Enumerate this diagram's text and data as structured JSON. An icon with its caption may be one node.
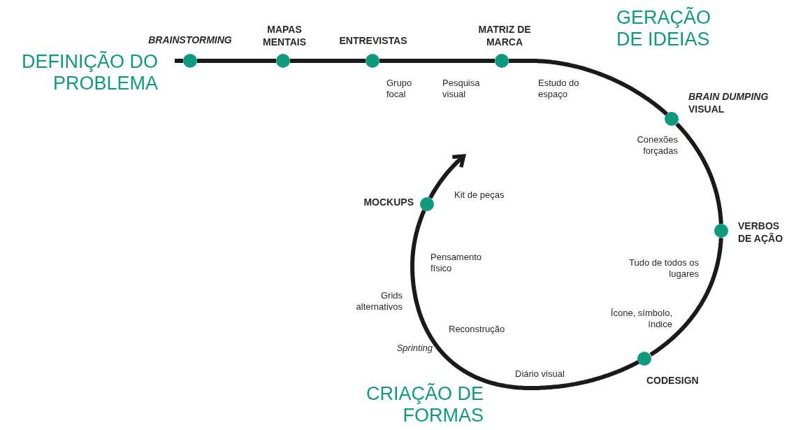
{
  "diagram": {
    "nodes": [
      {
        "text": [],
        "shape": "circle",
        "beside": [
          "BRAINSTORMING"
        ]
      },
      {
        "text": [],
        "shape": "circle",
        "beside": [
          "MAPAS MENTAIS"
        ]
      },
      {
        "text": [],
        "shape": "circle",
        "beside": [
          "ENTREVISTAS"
        ]
      },
      {
        "text": [],
        "shape": "circle",
        "beside": [
          "MATRIZ DE MARCA"
        ]
      },
      {
        "text": [],
        "shape": "circle",
        "beside": [
          "*BRAIN DUMPING* VISUAL"
        ]
      },
      {
        "text": [],
        "shape": "circle",
        "beside": [
          "VERBOS DE AÇÃO"
        ]
      },
      {
        "text": [],
        "shape": "circle",
        "beside": [
          "CODESIGN"
        ]
      },
      {
        "text": [],
        "shape": "circle",
        "beside": [
          "MOCKUPS"
        ]
      }
    ],
    "edges": [
      {
        "from": null,
        "to": 0,
        "arrow": "none"
      },
      {
        "from": 0,
        "to": 1,
        "arrow": "none"
      },
      {
        "from": 1,
        "to": 2,
        "arrow": "none"
      },
      {
        "from": 2,
        "to": 3,
        "arrow": "none"
      },
      {
        "from": 3,
        "to": 4,
        "arrow": "none"
      },
      {
        "from": 4,
        "to": 5,
        "arrow": "none"
      },
      {
        "from": 5,
        "to": 6,
        "arrow": "none"
      },
      {
        "from": 6,
        "to": 7,
        "arrow": "none"
      },
      {
        "from": 7,
        "to": null,
        "arrow": "to"
      }
    ],
    "labels": [
      "GERAÇÃO DE IDEIAS",
      "DEFINIÇÃO DO PROBLEMA",
      "Grupo focal",
      "Pesquisa visual",
      "Estudo do espaço",
      "Conexões forçadas",
      "Kit de peças",
      "Pensamento físico",
      "Tudo de todos os lugares",
      "Grids alternativos",
      "Ícone, símbolo, índice",
      "Reconstrução",
      "Sprinting",
      "Diário visual",
      "CRIAÇÃO DE FORMAS"
    ]
  }
}
